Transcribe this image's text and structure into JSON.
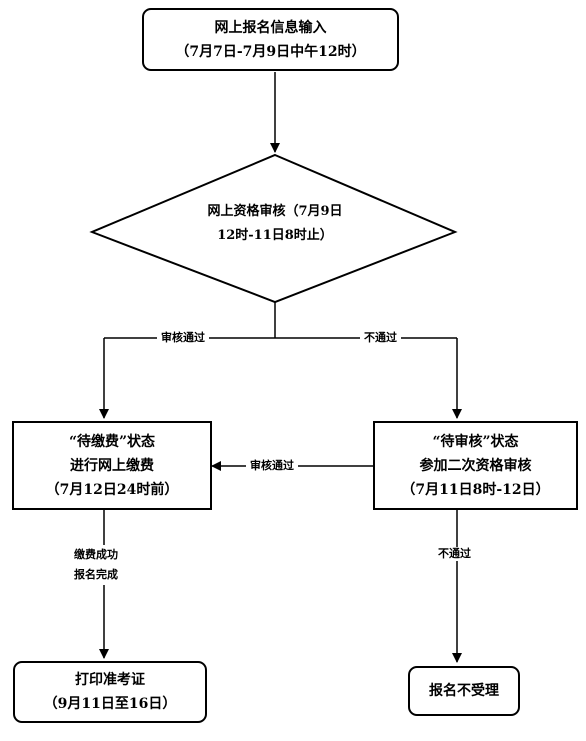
{
  "nodes": {
    "online_input": {
      "line1": "网上报名信息输入",
      "line2": "（7月7日-7月9日中午12时）"
    },
    "online_review": {
      "line1": "网上资格审核（7月9日",
      "line2": "12时-11日8时止）"
    },
    "pending_payment": {
      "line1": "“待缴费”状态",
      "line2": "进行网上缴费",
      "line3": "（7月12日24时前）"
    },
    "pending_review": {
      "line1": "“待审核”状态",
      "line2": "参加二次资格审核",
      "line3": "（7月11日8时-12日）"
    },
    "print_ticket": {
      "line1": "打印准考证",
      "line2": "（9月11日至16日）"
    },
    "not_accepted": {
      "line1": "报名不受理"
    }
  },
  "edges": {
    "review_pass": "审核通过",
    "review_fail": "不通过",
    "second_pass": "审核通过",
    "payment_done_1": "缴费成功",
    "payment_done_2": "报名完成",
    "second_fail": "不通过"
  }
}
